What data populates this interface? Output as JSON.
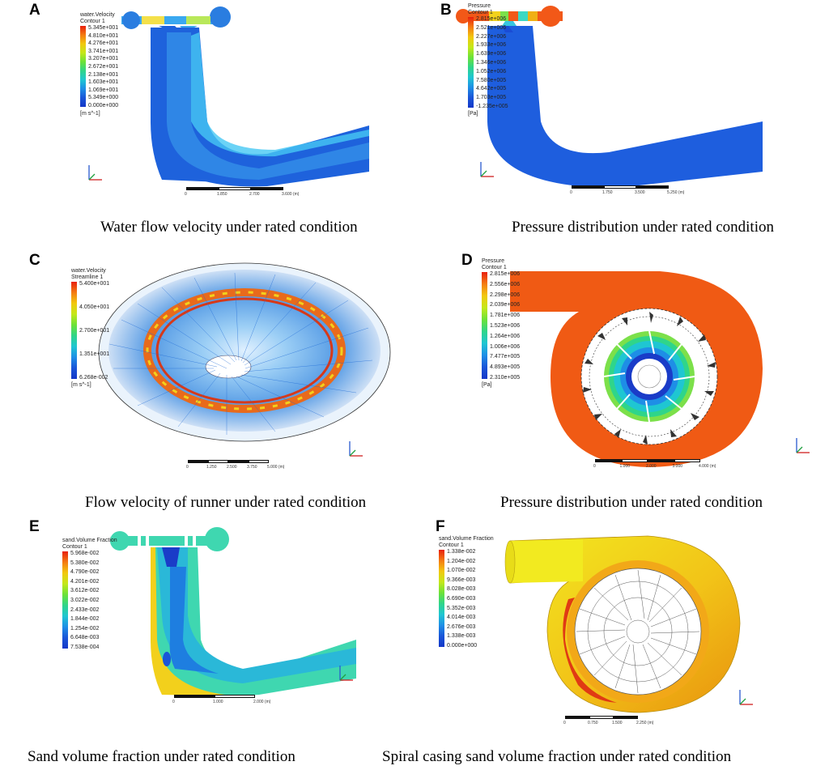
{
  "panels": {
    "A": {
      "label": "A",
      "caption": "Water flow velocity under rated condition",
      "legend_title": [
        "water.Velocity",
        "Contour 1"
      ],
      "ticks": [
        "5.345e+001",
        "4.810e+001",
        "4.276e+001",
        "3.741e+001",
        "3.207e+001",
        "2.672e+001",
        "2.138e+001",
        "1.603e+001",
        "1.069e+001",
        "5.349e+000",
        "0.000e+000"
      ],
      "unit": "[m s^-1]",
      "scale": [
        "0",
        "1.850",
        "2.700",
        "3.600 (m)"
      ]
    },
    "B": {
      "label": "B",
      "caption": "Pressure distribution under rated condition",
      "legend_title": [
        "Pressure",
        "Contour 1"
      ],
      "ticks": [
        "2.815e+006",
        "2.521e+006",
        "2.227e+006",
        "1.933e+006",
        "1.639e+006",
        "1.346e+006",
        "1.052e+006",
        "7.580e+005",
        "4.642e+005",
        "1.703e+005",
        "-1.235e+005"
      ],
      "unit": "[Pa]",
      "scale": [
        "0",
        "1.750",
        "3.500",
        "5.250 (m)"
      ]
    },
    "C": {
      "label": "C",
      "caption": "Flow velocity of runner under rated condition",
      "legend_title": [
        "water.Velocity",
        "Streamline 1"
      ],
      "ticks": [
        "5.400e+001",
        "4.050e+001",
        "2.700e+001",
        "1.351e+001",
        "6.268e-002"
      ],
      "unit": "[m s^-1]",
      "scale": [
        "0",
        "1.250",
        "2.500",
        "3.750",
        "5.000 (m)"
      ]
    },
    "D": {
      "label": "D",
      "caption": "Pressure distribution under rated condition",
      "legend_title": [
        "Pressure",
        "Contour 1"
      ],
      "ticks": [
        "2.815e+006",
        "2.556e+006",
        "2.298e+006",
        "2.039e+006",
        "1.781e+006",
        "1.523e+006",
        "1.264e+006",
        "1.006e+006",
        "7.477e+005",
        "4.893e+005",
        "2.310e+005"
      ],
      "unit": "[Pa]",
      "scale": [
        "0",
        "1.000",
        "2.000",
        "3.000",
        "4.000 (m)"
      ]
    },
    "E": {
      "label": "E",
      "caption": "Sand volume fraction under rated condition",
      "legend_title": [
        "sand.Volume Fraction",
        "Contour 1"
      ],
      "ticks": [
        "5.968e-002",
        "5.380e-002",
        "4.790e-002",
        "4.201e-002",
        "3.612e-002",
        "3.022e-002",
        "2.433e-002",
        "1.844e-002",
        "1.254e-002",
        "6.648e-003",
        "7.538e-004"
      ],
      "unit": "",
      "scale": [
        "0",
        "1.000",
        "2.000 (m)"
      ]
    },
    "F": {
      "label": "F",
      "caption": "Spiral casing sand volume fraction under rated condition",
      "legend_title": [
        "sand.Volume Fraction",
        "Contour 1"
      ],
      "ticks": [
        "1.338e-002",
        "1.204e-002",
        "1.070e-002",
        "9.366e-003",
        "8.028e-003",
        "6.690e-003",
        "5.352e-003",
        "4.014e-003",
        "2.676e-003",
        "1.338e-003",
        "0.000e+000"
      ],
      "unit": "",
      "scale": [
        "0",
        "0.750",
        "1.500",
        "2.250 (m)"
      ]
    }
  },
  "colors": {
    "low": "#1446d6",
    "high": "#ee4b16",
    "sand_green": "#3fd7b0",
    "casing_yellow": "#f0e21a"
  }
}
